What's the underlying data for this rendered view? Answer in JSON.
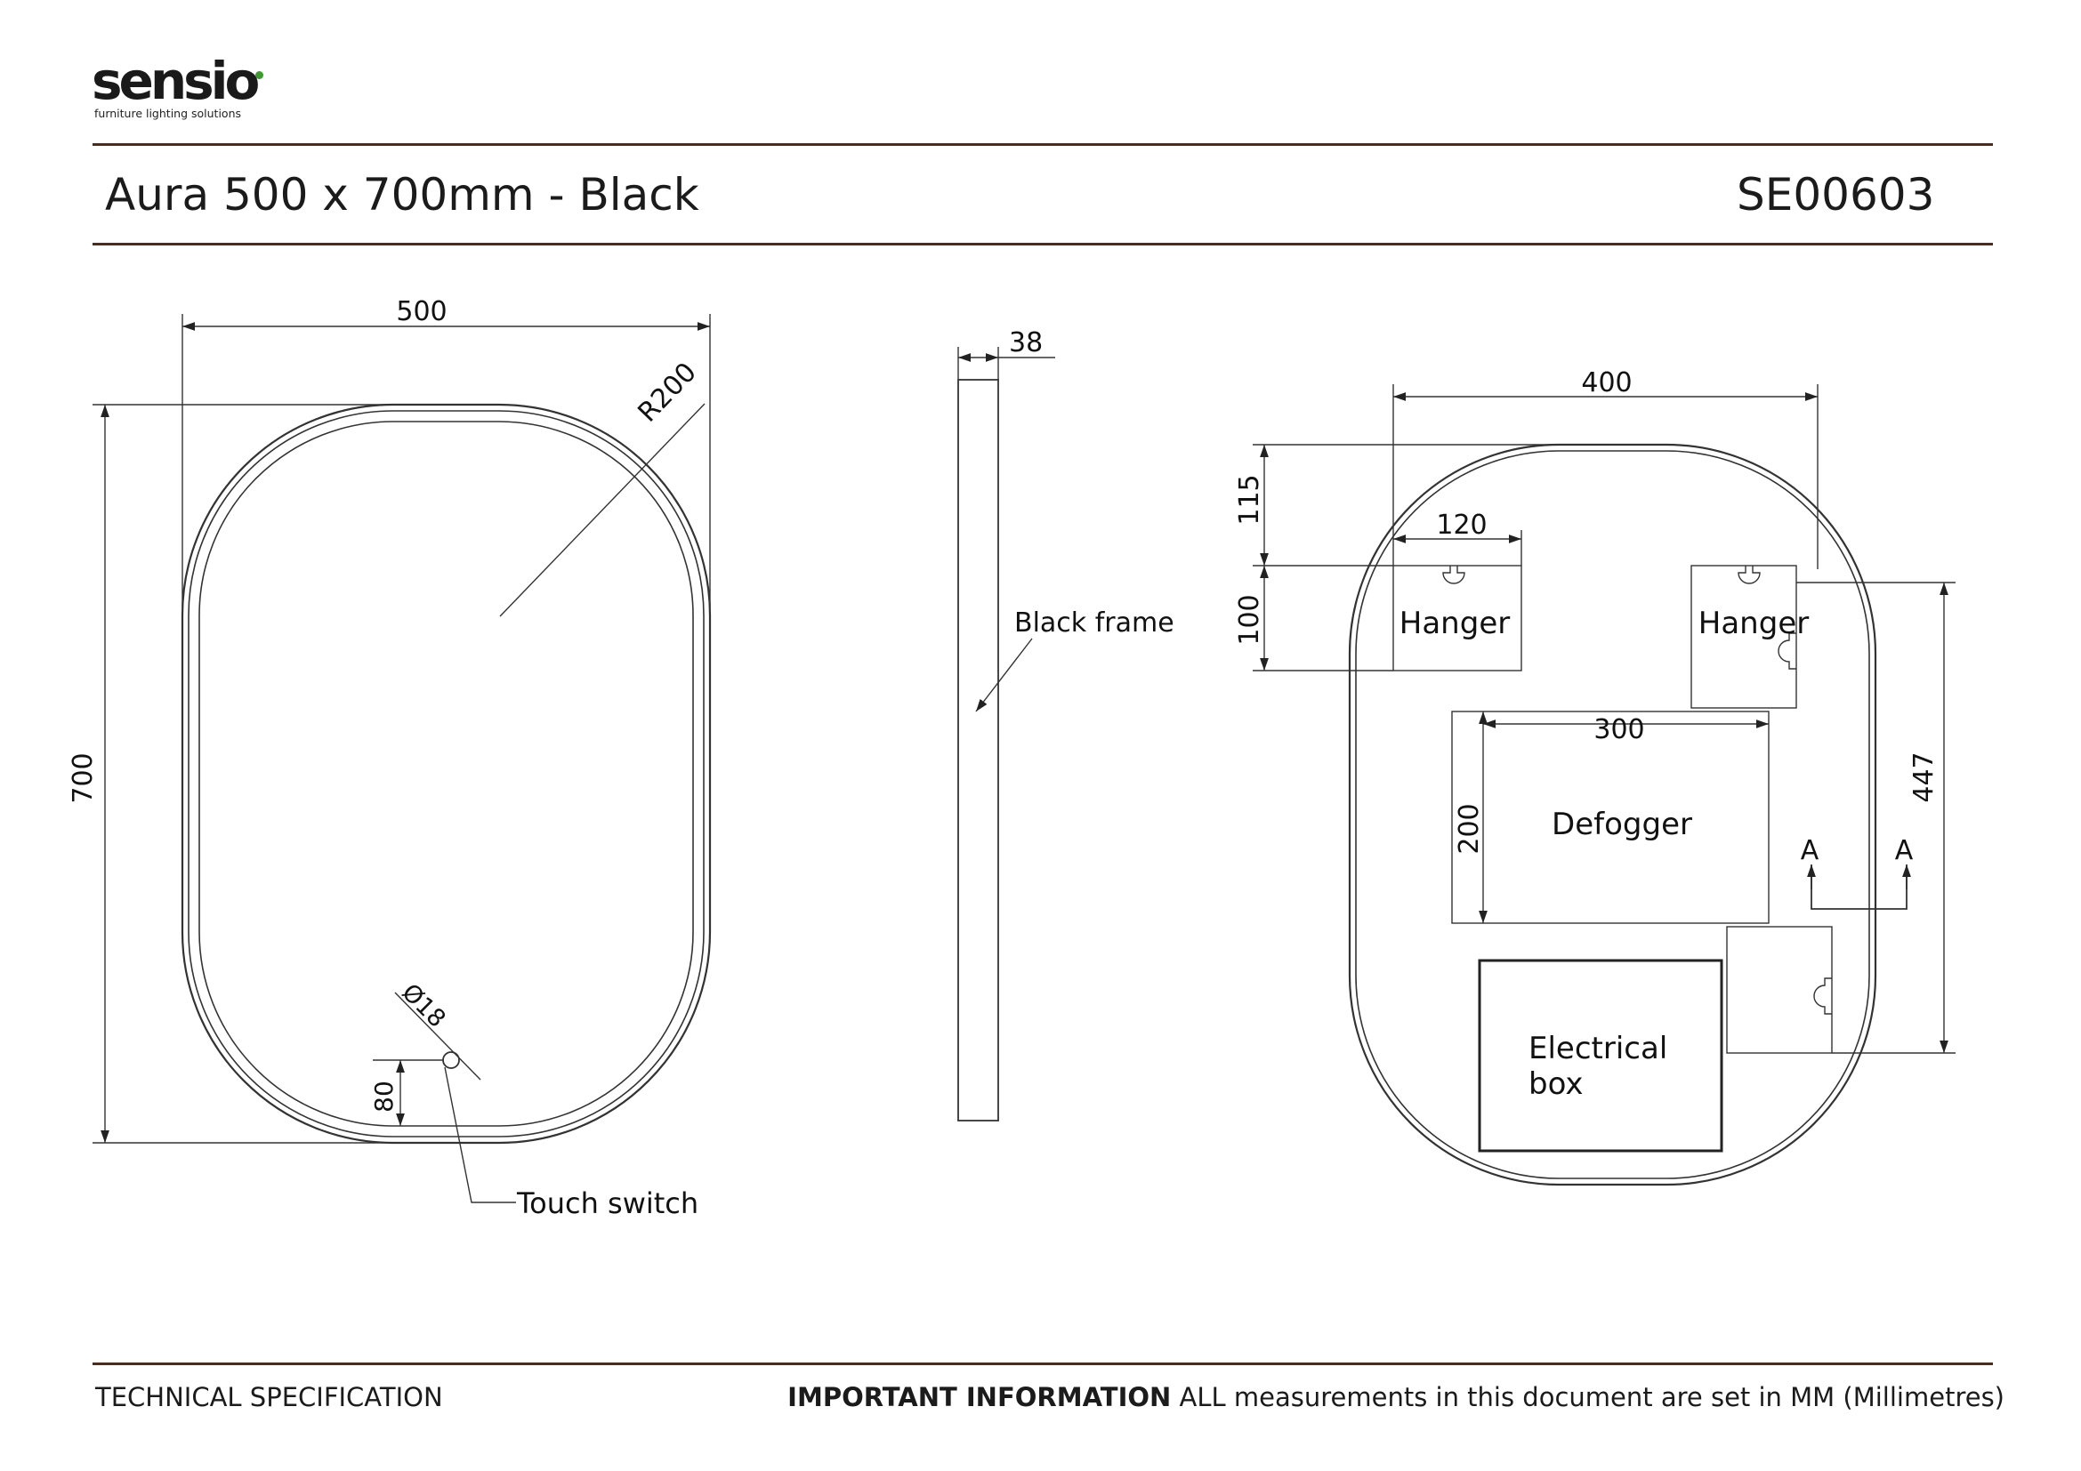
{
  "header": {
    "brand": "sensio",
    "tagline": "furniture lighting solutions",
    "title": "Aura 500 x 700mm - Black",
    "code": "SE00603"
  },
  "front_view": {
    "width_dim": "500",
    "height_dim": "700",
    "radius_dim": "R200",
    "switch_diameter": "Ø18",
    "switch_offset": "80",
    "switch_label": "Touch switch"
  },
  "side_view": {
    "depth_dim": "38",
    "frame_label": "Black frame"
  },
  "rear_view": {
    "hanger_spacing": "400",
    "hanger_top_offset": "115",
    "hanger_width": "120",
    "hanger_height": "100",
    "hanger_label": "Hanger",
    "defogger_width": "300",
    "defogger_height": "200",
    "defogger_label": "Defogger",
    "section_marker": "A",
    "side_dim": "447",
    "electrical_label_line1": "Electrical",
    "electrical_label_line2": "box"
  },
  "footer": {
    "left": "TECHNICAL SPECIFICATION",
    "right_bold": "IMPORTANT INFORMATION",
    "right_rest": " ALL measurements in this document are set in MM (Millimetres)"
  }
}
